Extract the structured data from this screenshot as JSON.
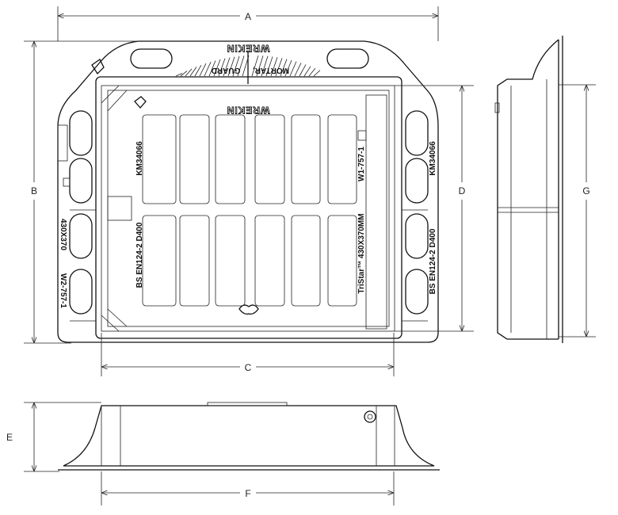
{
  "dimensions": {
    "A": "A",
    "B": "B",
    "C": "C",
    "D": "D",
    "E": "E",
    "F": "F",
    "G": "G"
  },
  "markings": {
    "brand_top": "WREKIN",
    "brand_cover": "WREKIN",
    "mortar_left": "GUARD",
    "mortar_right": "MORTAR,",
    "km_left": "KM34066",
    "km_right": "KM34066",
    "w1_code": "W1-757-1",
    "standard_left": "BS EN124-2  D400",
    "standard_right": "BS EN124-2  D400",
    "tristar": "TriStar™ 430X370MM",
    "frame_size": "430X370",
    "frame_code": "W2-757-1"
  }
}
